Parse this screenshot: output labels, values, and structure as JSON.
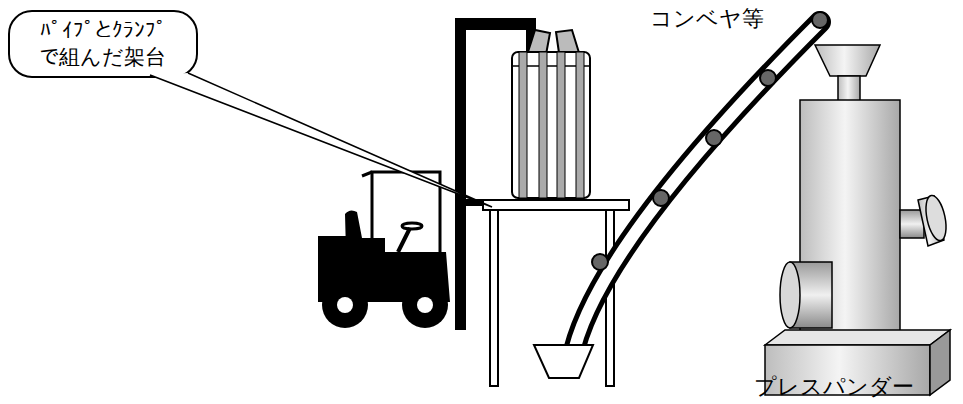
{
  "diagram": {
    "nodes": [
      {
        "text": [
          "ﾊﾟｲﾌﾟとｸﾗﾝﾌﾟ で組んだ架台"
        ]
      }
    ],
    "labels": [
      "コンベヤ等",
      "プレスパンダー"
    ]
  }
}
